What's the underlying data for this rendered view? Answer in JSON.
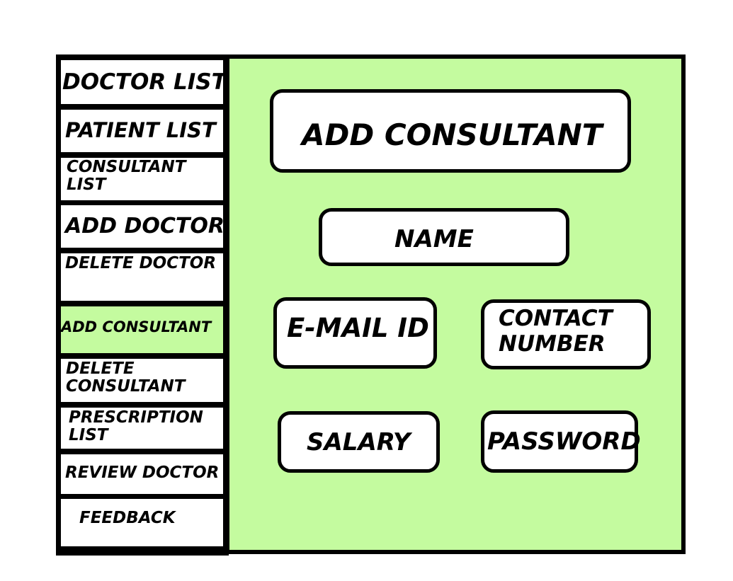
{
  "sidebar": {
    "items": [
      {
        "label": "DOCTOR LIST"
      },
      {
        "label": "PATIENT LIST"
      },
      {
        "label": "CONSULTANT\nLIST"
      },
      {
        "label": "ADD DOCTOR"
      },
      {
        "label": "DELETE DOCTOR"
      },
      {
        "label": "ADD CONSULTANT"
      },
      {
        "label": "DELETE\nCONSULTANT"
      },
      {
        "label": "PRESCRIPTION\nLIST"
      },
      {
        "label": "REVIEW DOCTOR"
      },
      {
        "label": "FEEDBACK"
      }
    ],
    "active_index": 5
  },
  "form": {
    "title": "ADD CONSULTANT",
    "name_label": "NAME",
    "email_label": "E-MAIL ID",
    "contact_label": "CONTACT\nNUMBER",
    "salary_label": "SALARY",
    "password_label": "PASSWORD"
  },
  "colors": {
    "accent_green": "#c4fb9f",
    "border": "#000000",
    "box_background": "#ffffff"
  }
}
